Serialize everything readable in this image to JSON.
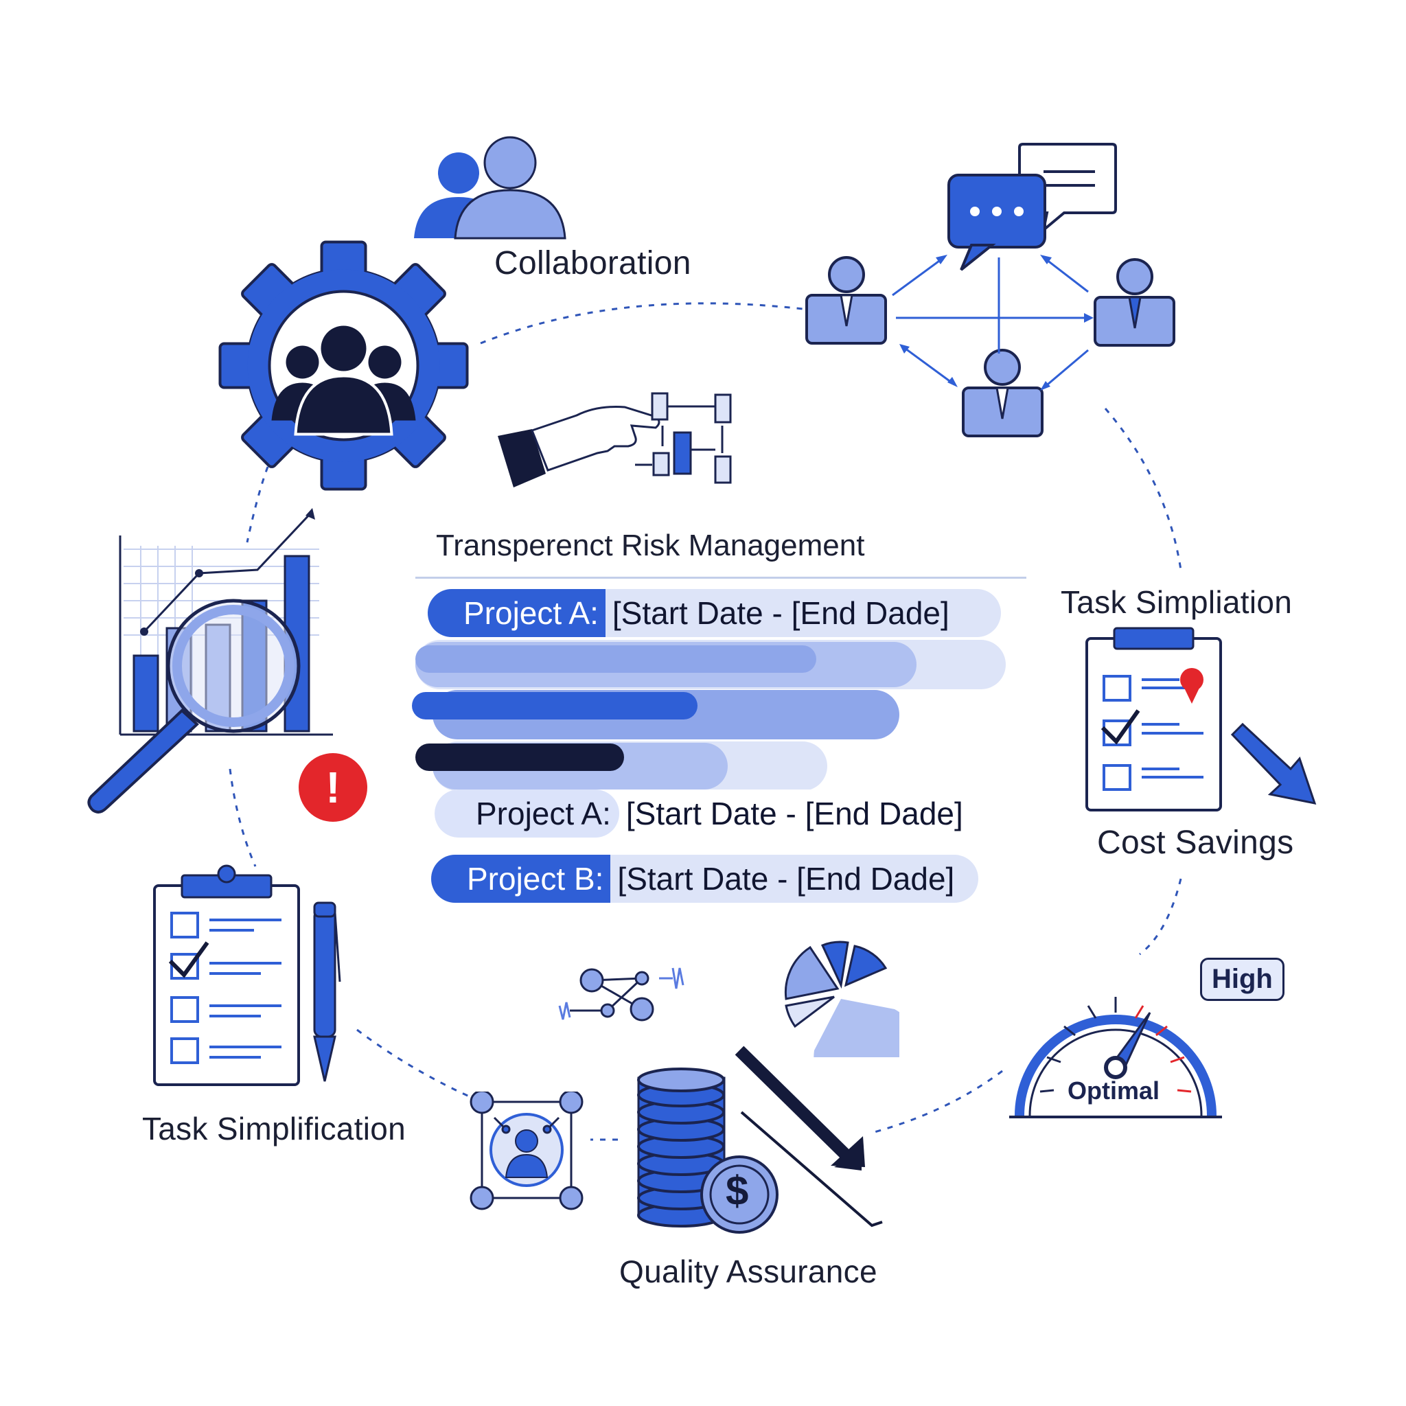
{
  "labels": {
    "collaboration": "Collaboration",
    "center_title": "Transperenct Risk Management",
    "task_simpliation": "Task Simpliation",
    "cost_savings": "Cost Savings",
    "task_simplification": "Task Simplification",
    "quality_assurance": "Quality Assurance"
  },
  "timeline": {
    "row1": {
      "tag": "Project A:",
      "range": "[Start Date - [End Dade]"
    },
    "row2": {
      "tag": "Project A:",
      "range": "[Start Date - [End Dade]"
    },
    "row3": {
      "tag": "Project B:",
      "range": "[Start Date - [End Dade]"
    },
    "progress_bars": [
      0.73,
      0.52,
      0.38
    ]
  },
  "gauge": {
    "bubble": "High",
    "label": "Optimal"
  },
  "alert": {
    "symbol": "!"
  },
  "coin": {
    "symbol": "$"
  },
  "colors": {
    "primary": "#2f5fd6",
    "light": "#8ea6ea",
    "pale": "#dde4f8",
    "navy": "#141a3a",
    "alert": "#e3262b"
  }
}
